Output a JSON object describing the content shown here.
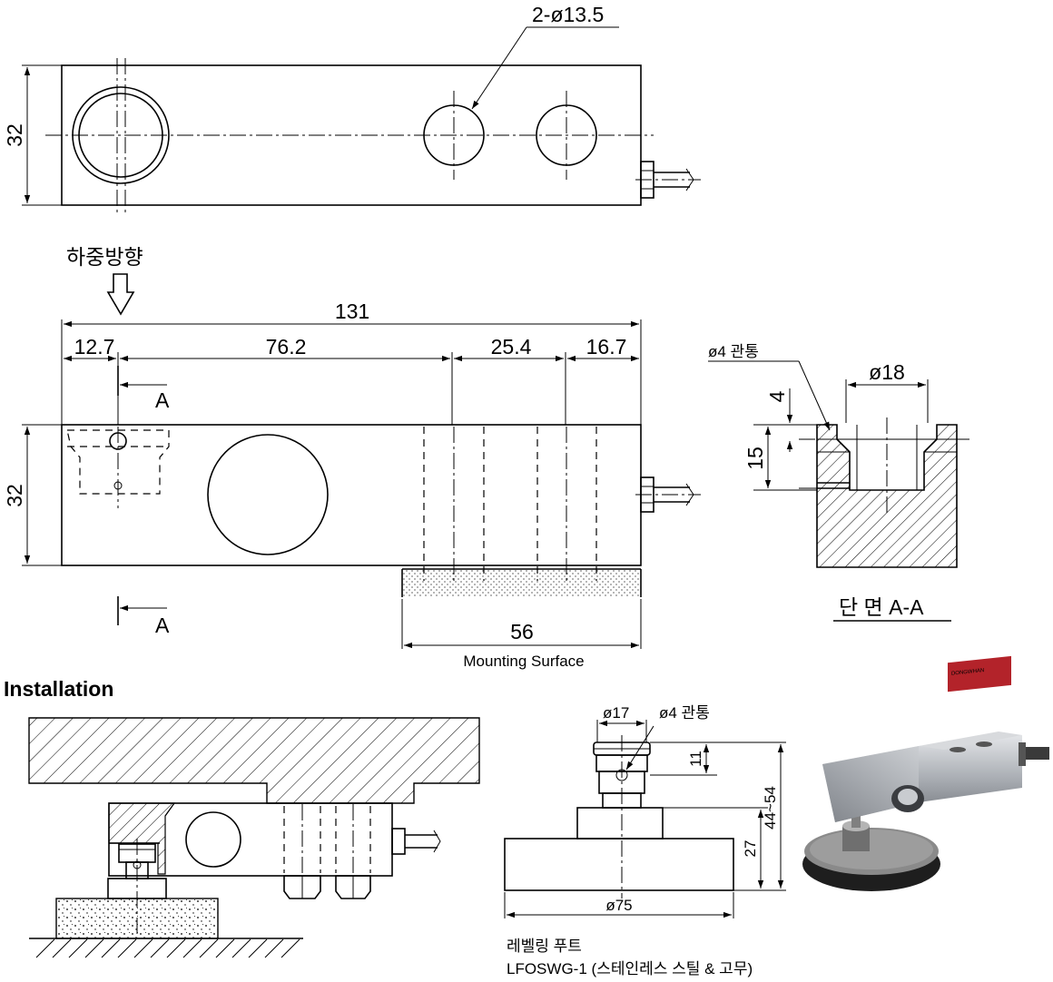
{
  "top_view": {
    "height_dim": "32",
    "holes_label": "2-ø13.5"
  },
  "side_view": {
    "load_direction": "하중방향",
    "total_length": "131",
    "dim_a": "12.7",
    "dim_b": "76.2",
    "dim_c": "25.4",
    "dim_d": "16.7",
    "section_mark": "A",
    "height_dim": "32",
    "mount_width": "56",
    "mount_label": "Mounting Surface"
  },
  "section_view": {
    "thru_label": "ø4 관통",
    "dia_label": "ø18",
    "dim_4": "4",
    "dim_15": "15",
    "title": "단 면 A-A"
  },
  "installation": {
    "heading": "Installation"
  },
  "leveling_foot": {
    "dia_top": "ø17",
    "thru_label": "ø4 관통",
    "dim_11": "11",
    "dim_range": "44~54",
    "dim_27": "27",
    "dia_base": "ø75",
    "caption_ko": "레벨링 푸트",
    "caption_model": "LFOSWG-1",
    "caption_material": "(스테인레스 스틸 & 고무)"
  },
  "photo": {
    "brand_text": "DONGWHAN"
  }
}
